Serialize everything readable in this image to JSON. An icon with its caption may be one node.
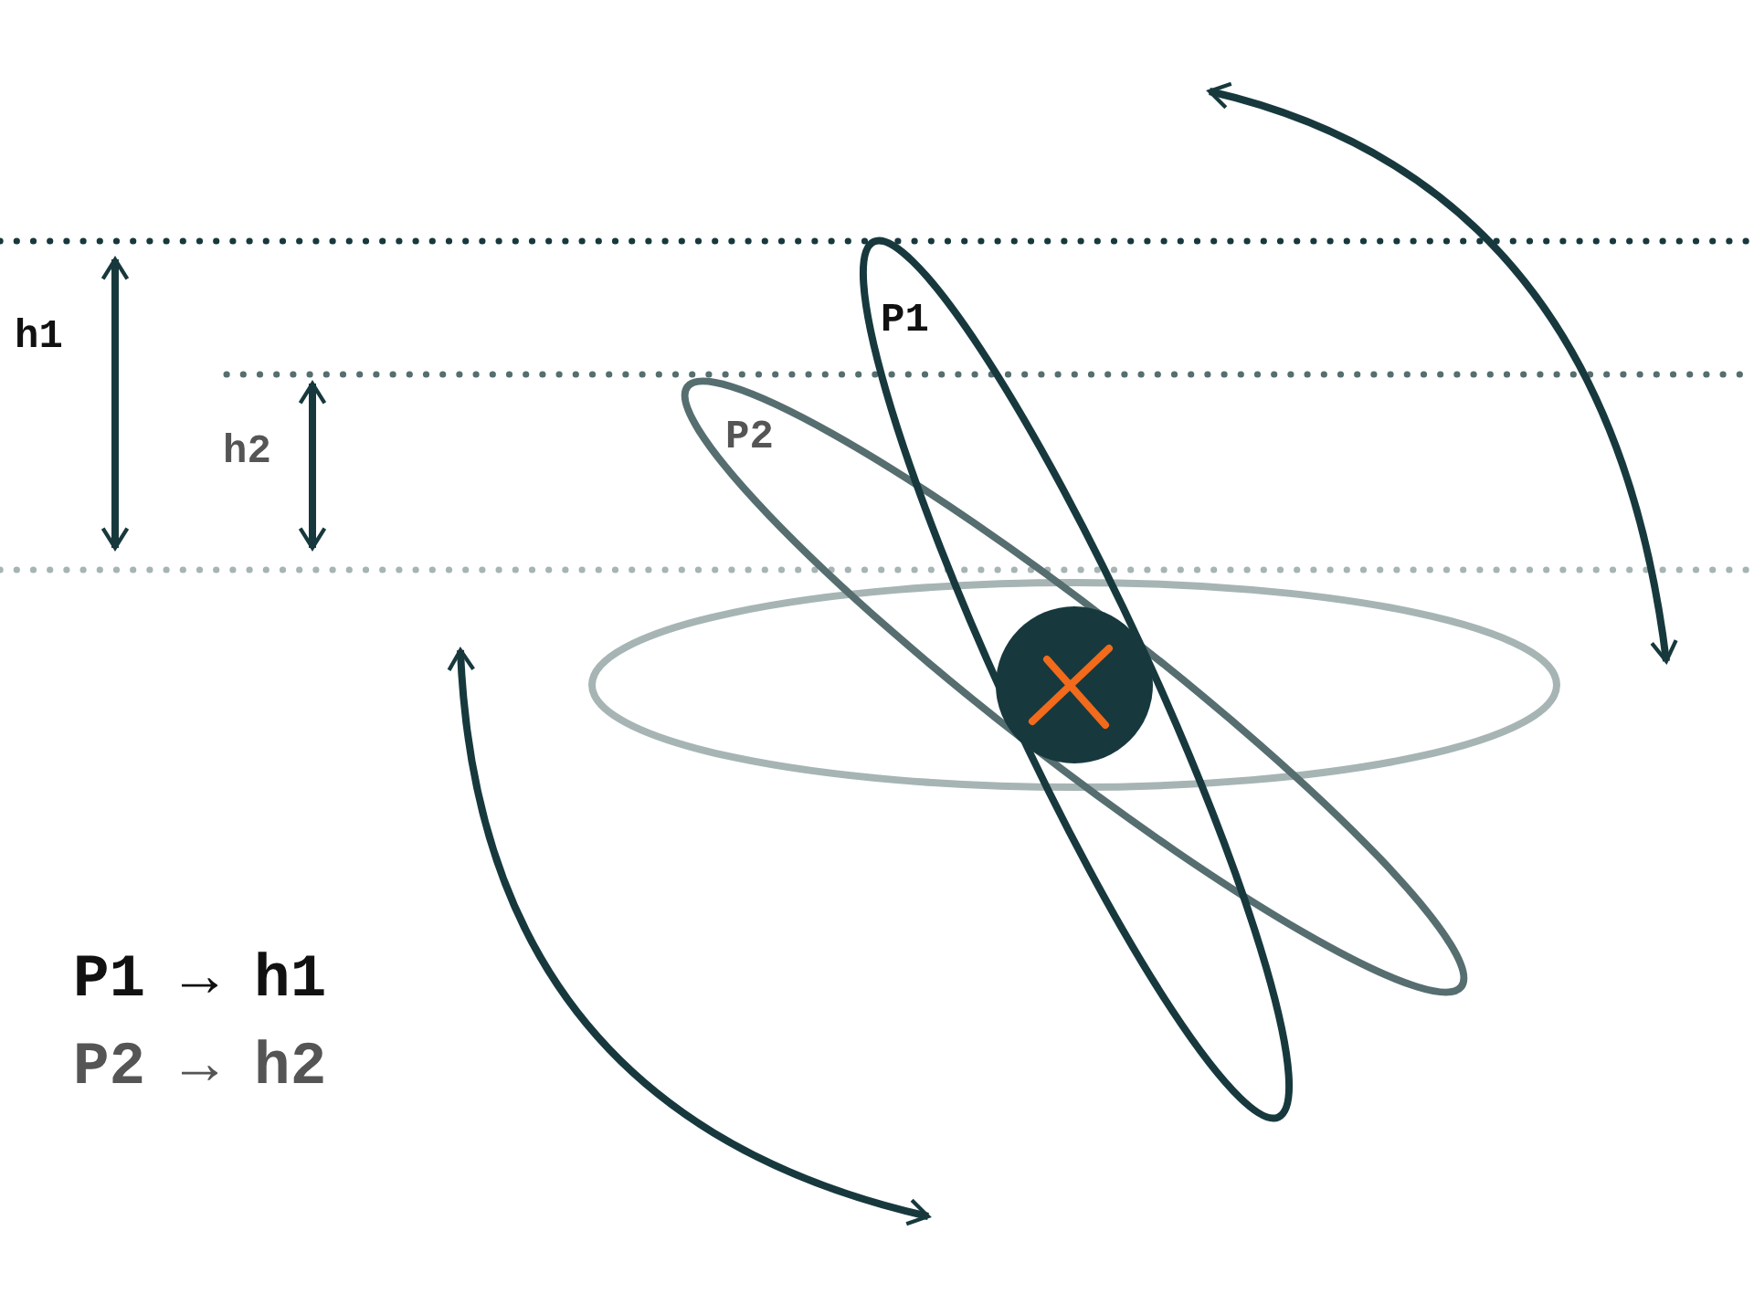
{
  "diagram": {
    "labels": [
      "h1",
      "P1",
      "h2",
      "P2",
      "P1 → h1",
      "P2 → h2"
    ]
  }
}
